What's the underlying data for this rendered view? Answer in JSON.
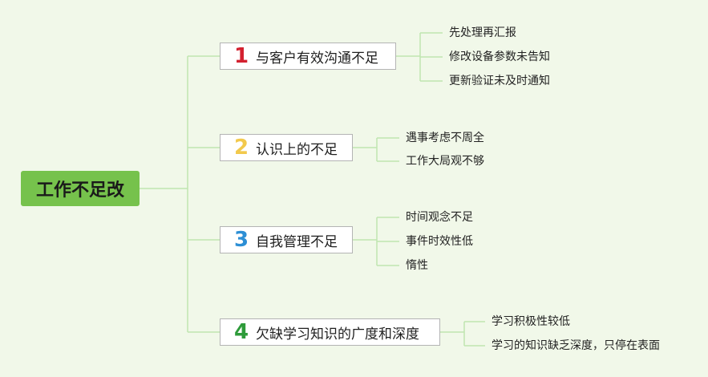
{
  "root": {
    "label": "工作不足改"
  },
  "branches": [
    {
      "num": "1",
      "color": "#d3212f",
      "label": "与客户有效沟通不足",
      "items": [
        "先处理再汇报",
        "修改设备参数未告知",
        "更新验证未及时通知"
      ]
    },
    {
      "num": "2",
      "color": "#f2c94c",
      "label": "认识上的不足",
      "items": [
        "遇事考虑不周全",
        "工作大局观不够"
      ]
    },
    {
      "num": "3",
      "color": "#2d8fd5",
      "label": "自我管理不足",
      "items": [
        "时间观念不足",
        "事件时效性低",
        "惰性"
      ]
    },
    {
      "num": "4",
      "color": "#2e9b3a",
      "label": "欠缺学习知识的广度和深度",
      "items": [
        "学习积极性较低",
        "学习的知识缺乏深度，只停在表面"
      ]
    }
  ]
}
